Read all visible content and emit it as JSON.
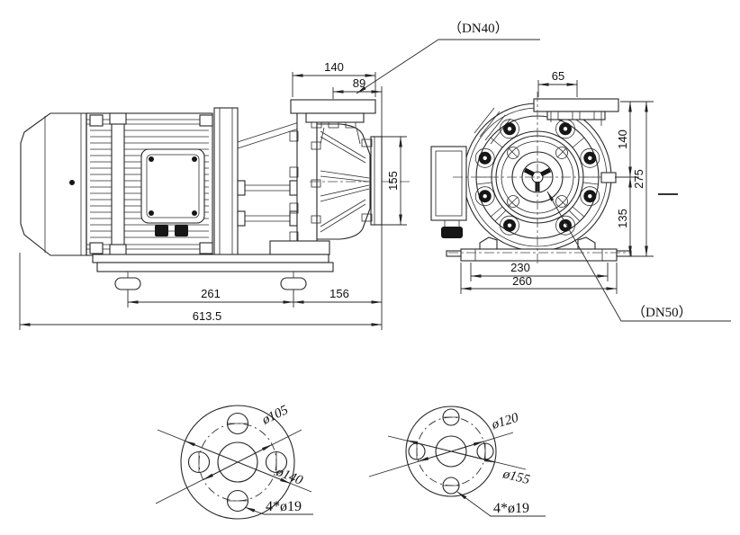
{
  "labels": {
    "dn40": "（DN40）",
    "dn50": "（DN50）",
    "dim_140_top": "140",
    "dim_89": "89",
    "dim_155": "155",
    "dim_261": "261",
    "dim_156": "156",
    "dim_613_5": "613.5",
    "dim_65": "65",
    "dim_140_front": "140",
    "dim_275": "275",
    "dim_135": "135",
    "dim_230": "230",
    "dim_260": "260",
    "flange_a_bolt_circle": "ø105",
    "flange_a_outer": "ø140",
    "flange_a_holes": "4*ø19",
    "flange_b_bolt_circle": "ø120",
    "flange_b_outer": "ø155",
    "flange_b_holes": "4*ø19"
  }
}
